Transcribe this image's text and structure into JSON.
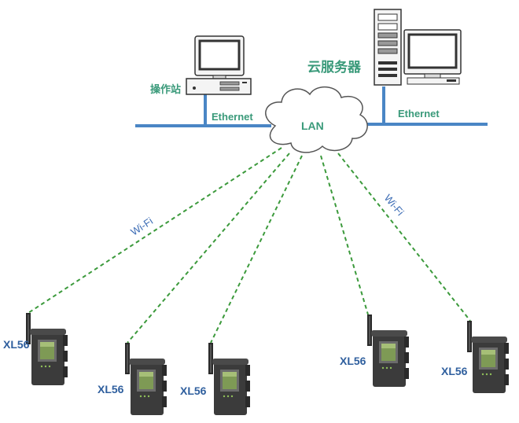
{
  "labels": {
    "operator_station": "操作站",
    "cloud_server": "云服务器",
    "ethernet_left": "Ethernet",
    "ethernet_right": "Ethernet",
    "lan": "LAN",
    "wifi_left": "Wi-Fi",
    "wifi_right": "Wi-Fi"
  },
  "devices": [
    {
      "label": "XL56"
    },
    {
      "label": "XL56"
    },
    {
      "label": "XL56"
    },
    {
      "label": "XL56"
    },
    {
      "label": "XL56"
    }
  ],
  "colors": {
    "network_line": "#4a86c5",
    "wifi_link": "#3c9a3c",
    "label_green": "#3a9a7a",
    "label_blue": "#2f5f9e"
  }
}
